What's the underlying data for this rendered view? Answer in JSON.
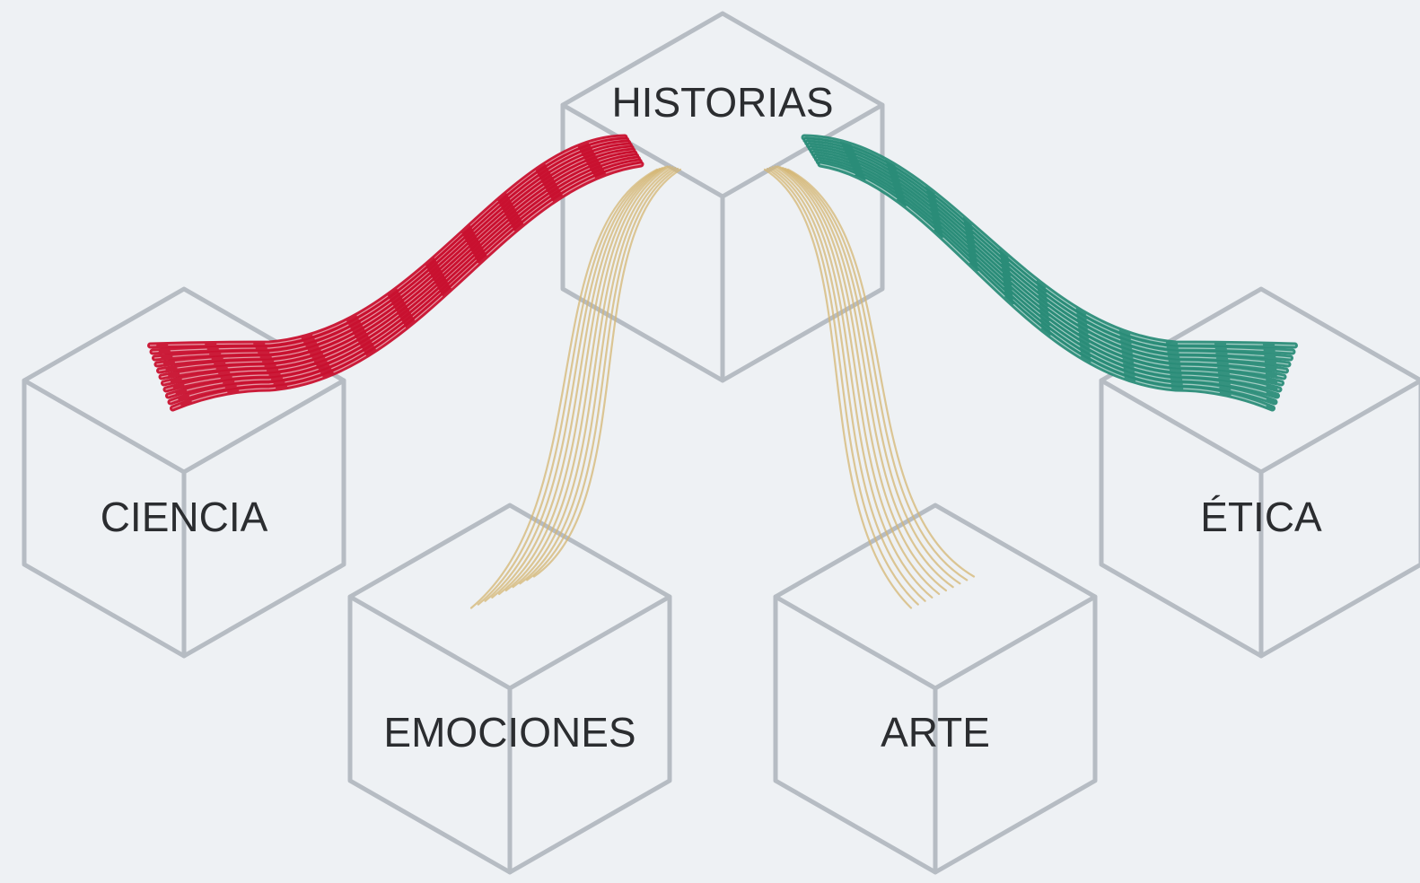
{
  "diagram": {
    "background": "#eef1f4",
    "edge_color": "#b6bcc3",
    "label_color": "#2b2d30",
    "nodes": [
      {
        "id": "historias",
        "label": "HISTORIAS"
      },
      {
        "id": "ciencia",
        "label": "CIENCIA"
      },
      {
        "id": "emociones",
        "label": "EMOCIONES"
      },
      {
        "id": "arte",
        "label": "ARTE"
      },
      {
        "id": "etica",
        "label": "ÉTICA"
      }
    ],
    "connections": [
      {
        "from": "historias",
        "to": "ciencia",
        "color": "#c8102e",
        "style": "ribbon"
      },
      {
        "from": "historias",
        "to": "emociones",
        "color": "#d4b673",
        "style": "threads"
      },
      {
        "from": "historias",
        "to": "arte",
        "color": "#d4b673",
        "style": "threads"
      },
      {
        "from": "historias",
        "to": "etica",
        "color": "#2a8c78",
        "style": "ribbon"
      }
    ]
  }
}
